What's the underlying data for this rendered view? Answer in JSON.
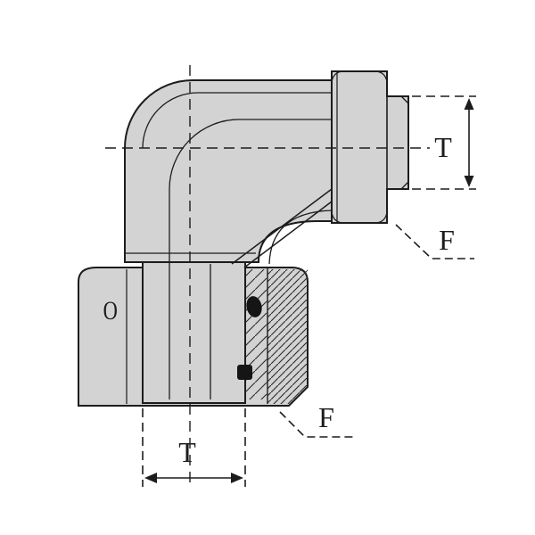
{
  "drawing": {
    "labels": {
      "thread_dim_right": "T",
      "thread_dim_bottom": "T",
      "face_label_right": "F",
      "face_label_bottom": "F",
      "surface_marking": "O"
    },
    "colors": {
      "body_fill": "#d3d3d3",
      "line_color": "#1c1c1c",
      "background": "#ffffff"
    }
  }
}
